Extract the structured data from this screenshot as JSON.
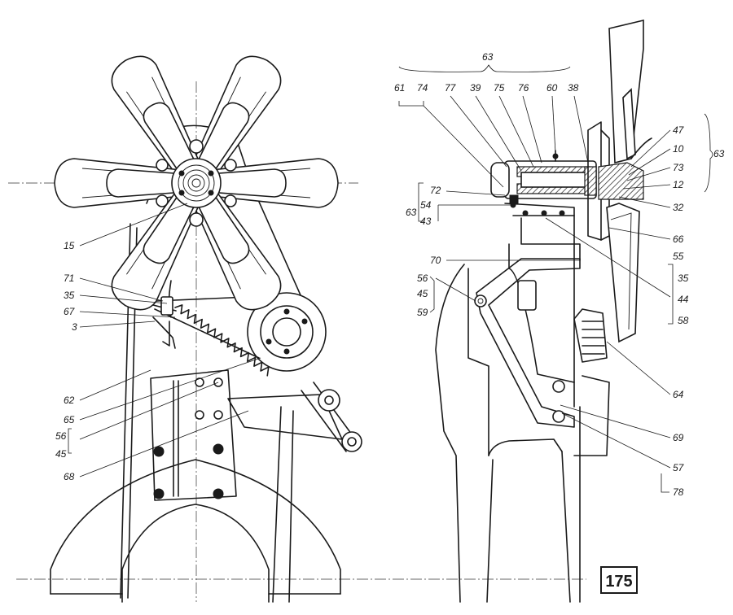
{
  "page_number": "175",
  "left_view": {
    "labels": {
      "l15": "15",
      "l71": "71",
      "l35": "35",
      "l67": "67",
      "l3": "3",
      "l62": "62",
      "l65": "65",
      "l56": "56",
      "l45": "45",
      "l68": "68"
    }
  },
  "right_view": {
    "labels": {
      "top63": "63",
      "l61": "61",
      "l74": "74",
      "l77": "77",
      "l39": "39",
      "l75": "75",
      "l76": "76",
      "l60": "60",
      "l38": "38",
      "l47": "47",
      "l10a": "10",
      "l73": "73",
      "l12": "12",
      "r63": "63",
      "l72": "72",
      "g63": "63",
      "l54": "54",
      "l43": "43",
      "l32": "32",
      "l66": "66",
      "l70": "70",
      "l55": "55",
      "l35r": "35",
      "l44": "44",
      "l58": "58",
      "l56r": "56",
      "l45r": "45",
      "l59": "59",
      "l64": "64",
      "l69": "69",
      "l57": "57",
      "l78": "78"
    }
  }
}
